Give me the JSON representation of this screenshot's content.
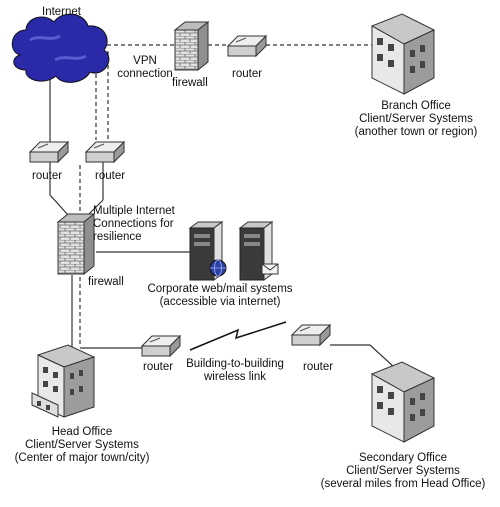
{
  "labels": {
    "internet": "Internet",
    "vpn_line1": "VPN",
    "vpn_line2": "connection",
    "firewall_top": "firewall",
    "router_branch": "router",
    "branch_line1": "Branch Office",
    "branch_line2": "Client/Server Systems",
    "branch_line3": "(another town or region)",
    "router_left": "router",
    "router_right": "router",
    "multi_line1": "Multiple Internet",
    "multi_line2": "Connections for",
    "multi_line3": "resilience",
    "firewall_main": "firewall",
    "corp_line1": "Corporate web/mail systems",
    "corp_line2": "(accessible via internet)",
    "router_head": "router",
    "wireless_line1": "Building-to-building",
    "wireless_line2": "wireless link",
    "router_secondary": "router",
    "head_line1": "Head Office",
    "head_line2": "Client/Server Systems",
    "head_line3": "(Center of major town/city)",
    "secondary_line1": "Secondary Office",
    "secondary_line2": "Client/Server Systems",
    "secondary_line3": "(several miles from Head Office)"
  },
  "icons": {
    "cloud": "cloud-icon",
    "firewall": "firewall-icon",
    "router": "router-icon",
    "building": "building-icon",
    "server": "server-icon",
    "globe": "globe-icon",
    "mail": "mail-icon",
    "lightning": "lightning-icon"
  },
  "colors": {
    "cloud": "#2a2aa8",
    "line": "#333333",
    "icon_fill": "#d9d9d9",
    "icon_dark": "#555555"
  }
}
